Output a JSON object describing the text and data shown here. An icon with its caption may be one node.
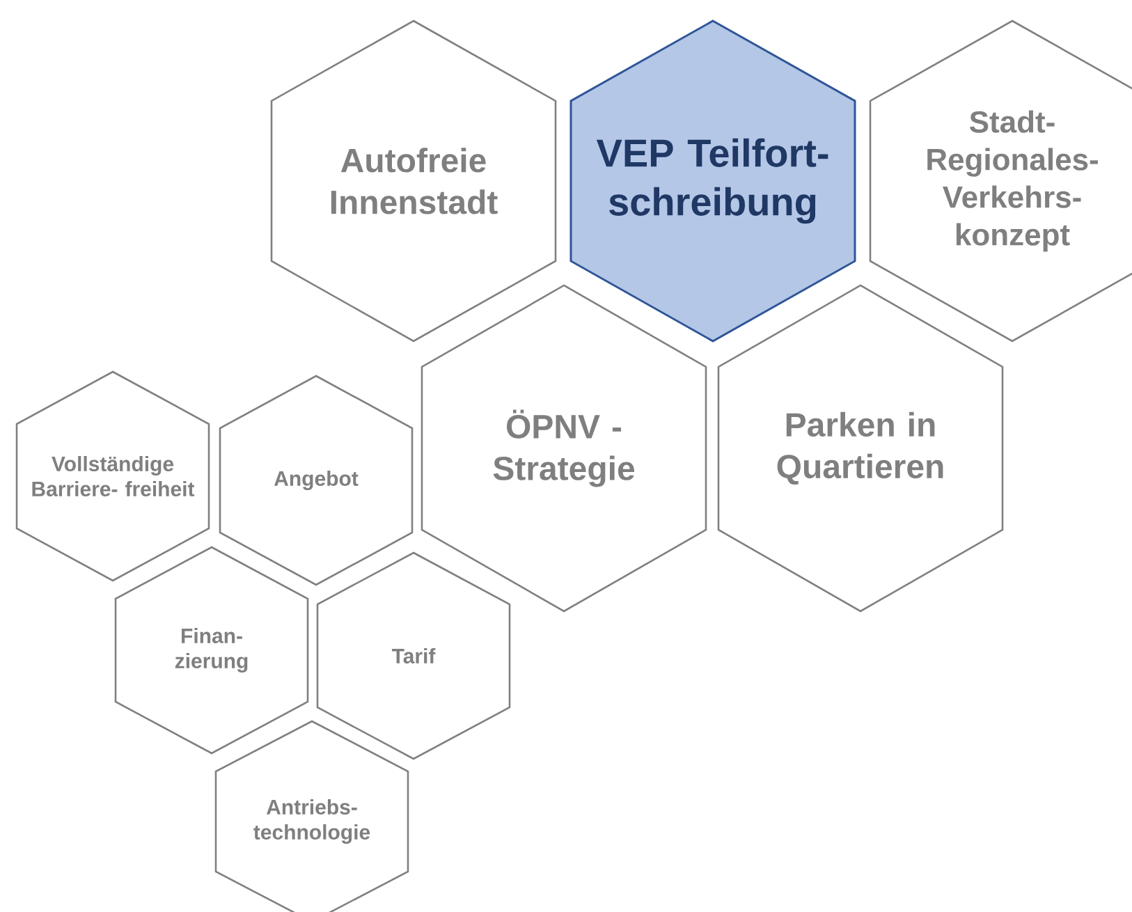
{
  "diagram": {
    "nodes": [
      {
        "text": [
          "Autofreie Innenstadt"
        ]
      },
      {
        "text": [
          "VEP Teilfort- schreibung"
        ]
      },
      {
        "text": [
          "Stadt- Regionales- Verkehrs- konzept"
        ]
      },
      {
        "text": [
          "ÖPNV - Strategie"
        ]
      },
      {
        "text": [
          "Parken in Quartieren"
        ]
      },
      {
        "text": [
          "Vollständige Barriere- freiheit"
        ]
      },
      {
        "text": [
          "Angebot"
        ]
      },
      {
        "text": [
          "Finan- zierung"
        ]
      },
      {
        "text": [
          "Tarif"
        ]
      },
      {
        "text": [
          "Antriebs- technologie"
        ]
      }
    ]
  }
}
